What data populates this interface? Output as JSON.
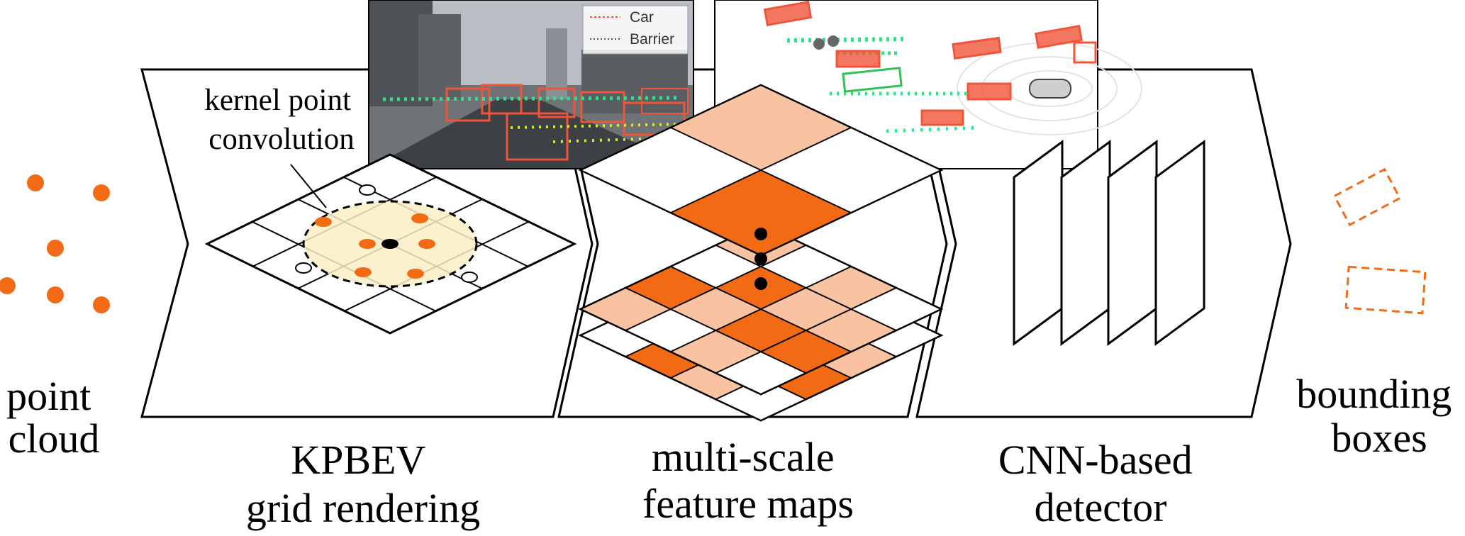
{
  "labels": {
    "input": [
      "point",
      "cloud"
    ],
    "stage1": [
      "KPBEV",
      "grid rendering"
    ],
    "stage2": [
      "multi-scale",
      "feature maps"
    ],
    "stage3": [
      "CNN-based",
      "detector"
    ],
    "output": [
      "bounding",
      "boxes"
    ],
    "kernel_callout": [
      "kernel point",
      "convolution"
    ]
  },
  "legend": {
    "items": [
      "Car",
      "Barrier"
    ]
  },
  "colors": {
    "accent": "#f26a14",
    "accent_light": "#f9c2a0",
    "kernel_fill": "#fbeec7",
    "stroke": "#000000",
    "lidar_green": "#33e08a",
    "box_red": "#f0553a"
  }
}
